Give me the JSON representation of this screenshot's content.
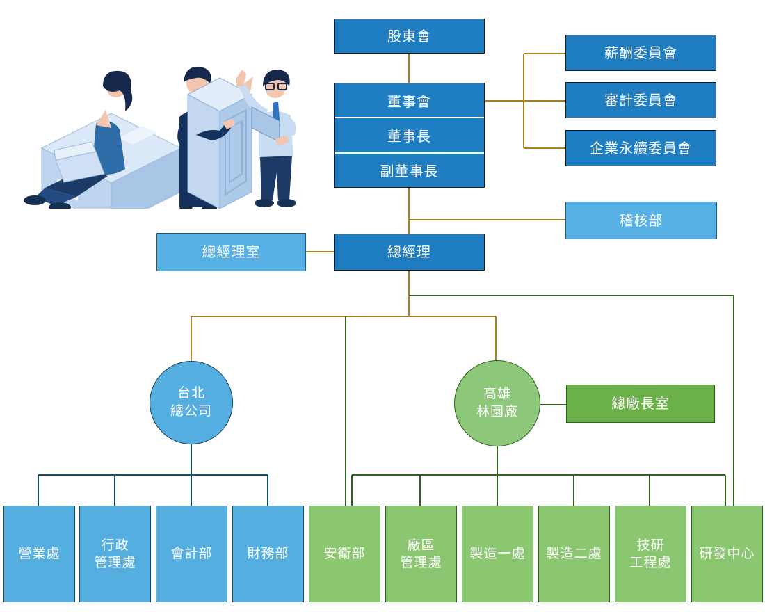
{
  "colors": {
    "box_dark_blue": "#1f7dc2",
    "box_light_blue": "#56b0e3",
    "box_dark_green": "#6cb04a",
    "node_light_green": "#8bc771",
    "node_light_blue": "#55aee0",
    "line_gold": "#a9801f",
    "line_green": "#2f611f",
    "line_navy": "#174f66",
    "text": "#ffffff"
  },
  "nodes": {
    "shareholders": {
      "label": "股東會"
    },
    "board": {
      "rows": [
        "董事會",
        "董事長",
        "副董事長"
      ]
    },
    "committees": [
      {
        "label": "薪酬委員會"
      },
      {
        "label": "審計委員會"
      },
      {
        "label": "企業永續委員會"
      }
    ],
    "audit_dept": {
      "label": "稽核部"
    },
    "gm_office": {
      "label": "總經理室"
    },
    "gm": {
      "label": "總經理"
    },
    "taipei_hq": {
      "label": "台北\n總公司"
    },
    "kaohsiung_plant": {
      "label": "高雄\n林園廠"
    },
    "plant_director_office": {
      "label": "總廠長室"
    },
    "taipei_departments": [
      {
        "label": "營業處"
      },
      {
        "label": "行政\n管理處"
      },
      {
        "label": "會計部"
      },
      {
        "label": "財務部"
      }
    ],
    "plant_departments": [
      {
        "label": "安衛部"
      },
      {
        "label": "廠區\n管理處"
      },
      {
        "label": "製造一處"
      },
      {
        "label": "製造二處"
      },
      {
        "label": "技研\n工程處"
      },
      {
        "label": "研發中心"
      }
    ]
  },
  "illustration": {
    "name": "business-team-discussion"
  }
}
